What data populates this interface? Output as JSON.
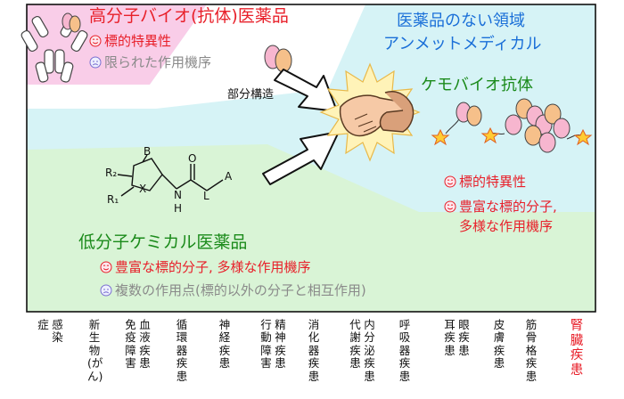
{
  "bio": {
    "title": "高分子バイオ(抗体)医薬品",
    "pro": "標的特異性",
    "con": "限られた作用機序",
    "pro_face": "smile-face-icon",
    "con_face": "sad-face-icon"
  },
  "unmet": {
    "line1": "医薬品のない領域",
    "line2": "アンメットメディカル"
  },
  "partial_structure": "部分構造",
  "chemobio": {
    "title": "ケモバイオ抗体",
    "pro1": "標的特異性",
    "pro2_line1": "豊富な標的分子,",
    "pro2_line2": "多様な作用機序"
  },
  "molecule_labels": {
    "b": "B",
    "r2": "R₂",
    "r1": "R₁",
    "x": "X",
    "o": "O",
    "n": "N",
    "h": "H",
    "l": "L",
    "a": "A"
  },
  "small": {
    "title": "低分子ケミカル医薬品",
    "pro": "豊富な標的分子, 多様な作用機序",
    "con": "複数の作用点(標的以外の分子と相互作用)"
  },
  "diseases": [
    "感染症",
    "新生物(がん)",
    "血液疾患免疫障害",
    "循環器疾患",
    "神経疾患",
    "精神疾患行動障害",
    "消化器疾患",
    "内分泌疾患代謝疾患",
    "呼吸器疾患",
    "眼疾患耳疾患",
    "皮膚疾患",
    "筋骨格疾患",
    "腎臓疾患"
  ],
  "colors": {
    "pink_region": "#f9cde8",
    "cyan_region": "#d6f3f6",
    "green_region": "#d9f4d6",
    "accent_red": "#e8202a",
    "accent_green": "#1a8a1a",
    "accent_blue": "#1a6fd8",
    "antibody_pink": "#f7b6cf",
    "antibody_orange": "#f6c08a"
  },
  "icons": [
    "antibody-icon",
    "handshake-icon",
    "arrow-icon",
    "star-icon"
  ]
}
